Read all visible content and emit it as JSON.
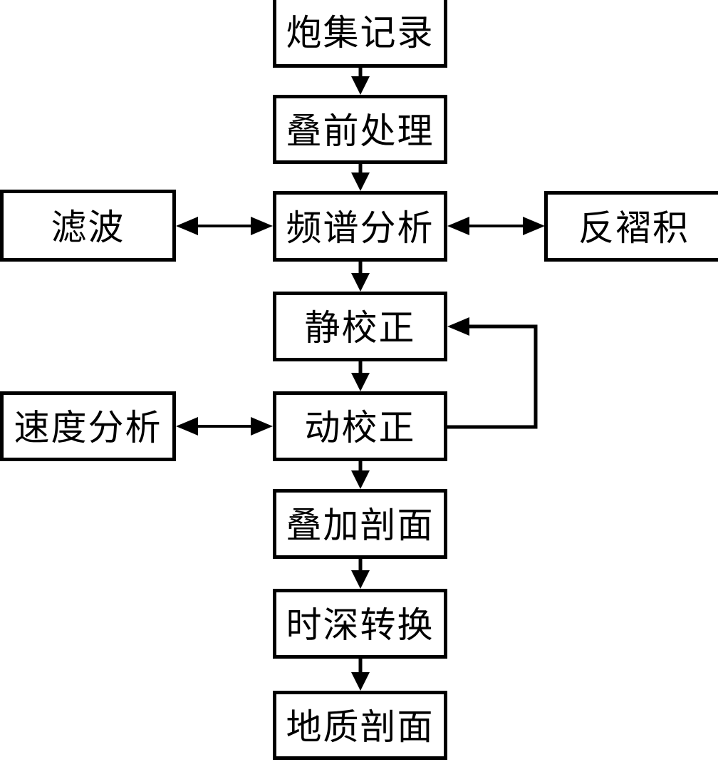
{
  "flowchart": {
    "nodes": [
      {
        "id": "shot-gather-record",
        "label": "炮集记录",
        "column": "center",
        "row": 1
      },
      {
        "id": "prestack-processing",
        "label": "叠前处理",
        "column": "center",
        "row": 2
      },
      {
        "id": "spectrum-analysis",
        "label": "频谱分析",
        "column": "center",
        "row": 3
      },
      {
        "id": "static-correction",
        "label": "静校正",
        "column": "center",
        "row": 4
      },
      {
        "id": "dynamic-correction",
        "label": "动校正",
        "column": "center",
        "row": 5
      },
      {
        "id": "stacked-section",
        "label": "叠加剖面",
        "column": "center",
        "row": 6
      },
      {
        "id": "time-depth-conversion",
        "label": "时深转换",
        "column": "center",
        "row": 7
      },
      {
        "id": "geologic-section",
        "label": "地质剖面",
        "column": "center",
        "row": 8
      },
      {
        "id": "filtering",
        "label": "滤波",
        "column": "left",
        "row": 3
      },
      {
        "id": "deconvolution",
        "label": "反褶积",
        "column": "right",
        "row": 3
      },
      {
        "id": "velocity-analysis",
        "label": "速度分析",
        "column": "left",
        "row": 5
      }
    ],
    "edges": [
      {
        "from": "炮集记录",
        "to": "叠前处理",
        "type": "arrow-down"
      },
      {
        "from": "叠前处理",
        "to": "频谱分析",
        "type": "arrow-down"
      },
      {
        "from": "频谱分析",
        "to": "静校正",
        "type": "arrow-down"
      },
      {
        "from": "静校正",
        "to": "动校正",
        "type": "arrow-down"
      },
      {
        "from": "动校正",
        "to": "叠加剖面",
        "type": "arrow-down"
      },
      {
        "from": "叠加剖面",
        "to": "时深转换",
        "type": "arrow-down"
      },
      {
        "from": "时深转换",
        "to": "地质剖面",
        "type": "arrow-down"
      },
      {
        "from": "滤波",
        "to": "频谱分析",
        "type": "double-arrow"
      },
      {
        "from": "频谱分析",
        "to": "反褶积",
        "type": "double-arrow"
      },
      {
        "from": "速度分析",
        "to": "动校正",
        "type": "double-arrow"
      },
      {
        "from": "动校正",
        "to": "静校正",
        "type": "feedback-loop-right"
      }
    ],
    "colors": {
      "line": "#000000",
      "box_border": "#000000",
      "box_fill": "#ffffff",
      "text": "#000000",
      "background": "#ffffff"
    }
  }
}
